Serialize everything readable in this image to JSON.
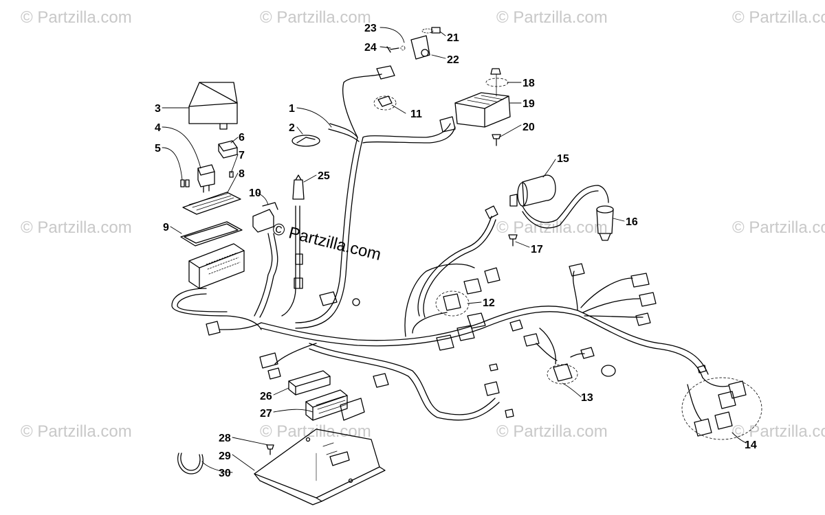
{
  "watermark_text": "© Partzilla.com",
  "center_watermark_text": "© Partzilla.com",
  "callouts": [
    "1",
    "2",
    "3",
    "4",
    "5",
    "6",
    "7",
    "8",
    "9",
    "10",
    "11",
    "12",
    "13",
    "14",
    "15",
    "16",
    "17",
    "18",
    "19",
    "20",
    "21",
    "22",
    "23",
    "24",
    "25",
    "26",
    "27",
    "28",
    "29",
    "30"
  ],
  "line_color": "#000000",
  "watermark_color": "#c8c8c8"
}
